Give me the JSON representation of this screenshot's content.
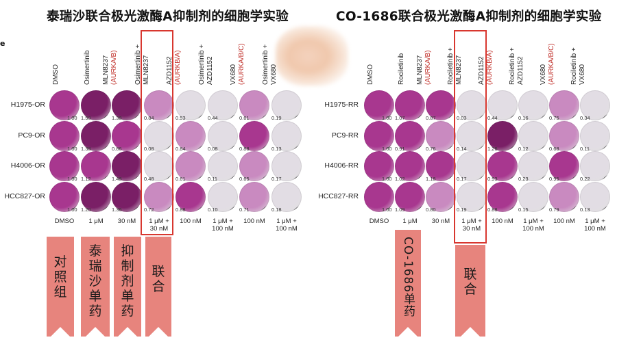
{
  "titles": {
    "left": "泰瑞沙联合极光激酶A抑制剂的细胞学实验",
    "right": "CO-1686联合极光激酶A抑制剂的细胞学实验",
    "panel_letter": "e"
  },
  "left_panel": {
    "columns": [
      {
        "lines": [
          {
            "t": "DMSO",
            "red": false
          }
        ]
      },
      {
        "lines": [
          {
            "t": "Osimertinib",
            "red": false
          }
        ]
      },
      {
        "lines": [
          {
            "t": "MLN8237",
            "red": false
          },
          {
            "t": "(AURKA/B)",
            "red": true
          }
        ]
      },
      {
        "lines": [
          {
            "t": "Osimertinib +",
            "red": false
          },
          {
            "t": "MLN8237",
            "red": false
          }
        ]
      },
      {
        "lines": [
          {
            "t": "AZD1152",
            "red": false
          },
          {
            "t": "(AURKB/A)",
            "red": true
          }
        ]
      },
      {
        "lines": [
          {
            "t": "Osimertinib +",
            "red": false
          },
          {
            "t": "AZD1152",
            "red": false
          }
        ]
      },
      {
        "lines": [
          {
            "t": "VX680",
            "red": false
          },
          {
            "t": "(AURKA/B/C)",
            "red": true
          }
        ]
      },
      {
        "lines": [
          {
            "t": "Osimertinib +",
            "red": false
          },
          {
            "t": "VX680",
            "red": false
          }
        ]
      }
    ],
    "rows": [
      "H1975-OR",
      "PC9-OR",
      "H4006-OR",
      "HCC827-OR"
    ],
    "values": [
      [
        "1.00",
        "1.50",
        "1.38",
        "0.84",
        "0.53",
        "0.44",
        "0.61",
        "0.19"
      ],
      [
        "1.00",
        "1.38",
        "0.86",
        "0.08",
        "0.84",
        "0.08",
        "0.88",
        "0.13"
      ],
      [
        "1.00",
        "1.12",
        "1.48",
        "0.48",
        "0.61",
        "0.11",
        "0.65",
        "0.17"
      ],
      [
        "1.00",
        "1.20",
        "1.36",
        "0.72",
        "0.88",
        "0.10",
        "0.71",
        "0.18"
      ]
    ],
    "doses": [
      "DMSO",
      "1 μM",
      "30 nM",
      "1 μM +\n30 nM",
      "100 nM",
      "1 μM +\n100 nM",
      "100 nM",
      "1 μM +\n100 nM"
    ]
  },
  "right_panel": {
    "columns": [
      {
        "lines": [
          {
            "t": "DMSO",
            "red": false
          }
        ]
      },
      {
        "lines": [
          {
            "t": "Rociletinib",
            "red": false
          }
        ]
      },
      {
        "lines": [
          {
            "t": "MLN8237",
            "red": false
          },
          {
            "t": "(AURKA/B)",
            "red": true
          }
        ]
      },
      {
        "lines": [
          {
            "t": "Rociletinib +",
            "red": false
          },
          {
            "t": "MLN8237",
            "red": false
          }
        ]
      },
      {
        "lines": [
          {
            "t": "AZD1152",
            "red": false
          },
          {
            "t": "(AURKB/A)",
            "red": true
          }
        ]
      },
      {
        "lines": [
          {
            "t": "Rociletinib +",
            "red": false
          },
          {
            "t": "AZD1152",
            "red": false
          }
        ]
      },
      {
        "lines": [
          {
            "t": "VX680",
            "red": false
          },
          {
            "t": "(AURKA/B/C)",
            "red": true
          }
        ]
      },
      {
        "lines": [
          {
            "t": "Rociletinib +",
            "red": false
          },
          {
            "t": "VX680",
            "red": false
          }
        ]
      }
    ],
    "rows": [
      "H1975-RR",
      "PC9-RR",
      "H4006-RR",
      "HCC827-RR"
    ],
    "values": [
      [
        "1.00",
        "1.07",
        "0.87",
        "0.03",
        "0.44",
        "0.16",
        "0.75",
        "0.34"
      ],
      [
        "1.00",
        "0.91",
        "0.76",
        "0.14",
        "1.26",
        "0.12",
        "0.68",
        "0.11"
      ],
      [
        "1.00",
        "1.02",
        "1.18",
        "0.17",
        "0.93",
        "0.23",
        "0.95",
        "0.22"
      ],
      [
        "1.00",
        "1.09",
        "0.80",
        "0.19",
        "0.88",
        "0.15",
        "0.79",
        "0.13"
      ]
    ],
    "doses": [
      "DMSO",
      "1 μM",
      "30 nM",
      "1 μM +\n30 nM",
      "100 nM",
      "1 μM +\n100 nM",
      "100 nM",
      "1 μM +\n100 nM"
    ]
  },
  "well_colors": {
    "dark": "#7a1f66",
    "medium": "#a8378f",
    "light": "#c98ac0",
    "clear": "#e2dde4",
    "accent": "#d8372f",
    "banner": "#e7847d"
  },
  "banners": {
    "control": "对照组",
    "tagrisso_single": "泰瑞沙单药",
    "inhibitor_single": "抑制剂单药",
    "combo_left": "联合",
    "co1686_single": "CO-1686单药",
    "combo_right": "联合"
  }
}
